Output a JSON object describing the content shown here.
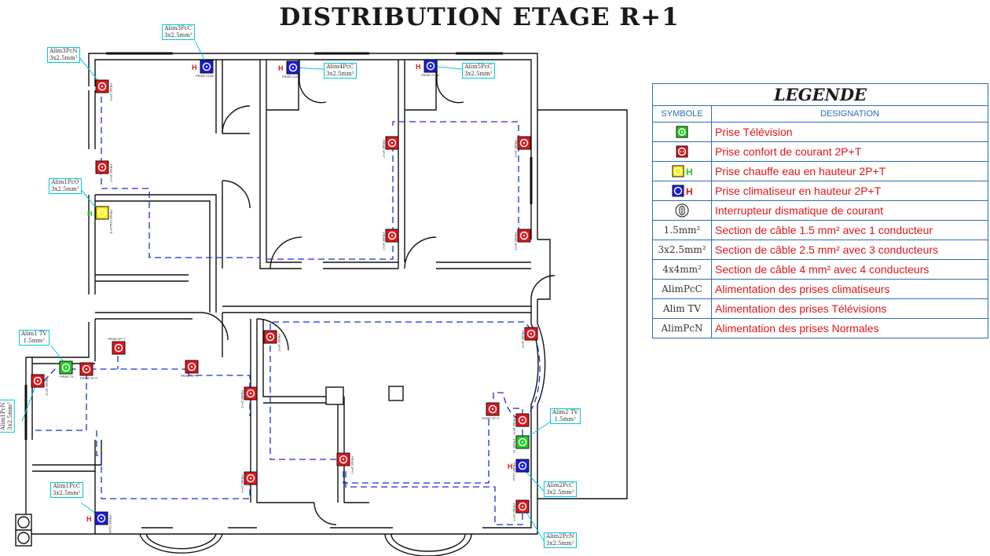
{
  "title": "DISTRIBUTION ETAGE R+1",
  "colors": {
    "wall": "#111111",
    "circuit": "#1a2fd6",
    "socket_normal": "#e0161b",
    "socket_tv": "#22cc22",
    "socket_heater": "#ffef00",
    "socket_clim": "#1a1adf",
    "tag_border": "#00c8d8",
    "legend_text": "#e0161b",
    "legend_border": "#2a6fb5"
  },
  "legend": {
    "title": "LEGENDE",
    "col_symbol": "SYMBOLE",
    "col_designation": "DESIGNATION",
    "rows": [
      {
        "icon": "tv-socket-icon",
        "symbol": "",
        "designation": "Prise Télévision"
      },
      {
        "icon": "comfort-socket-icon",
        "symbol": "",
        "designation": "Prise confort de courant 2P+T"
      },
      {
        "icon": "water-heater-socket-icon",
        "symbol": "",
        "designation": "Prise chauffe eau en hauteur 2P+T"
      },
      {
        "icon": "ac-socket-icon",
        "symbol": "",
        "designation": "Prise climatiseur en hauteur 2P+T"
      },
      {
        "icon": "breaker-switch-icon",
        "symbol": "",
        "designation": "Interrupteur dismatique de courant"
      },
      {
        "icon": "",
        "symbol": "1.5mm²",
        "designation": "Section de câble 1.5 mm² avec 1 conducteur"
      },
      {
        "icon": "",
        "symbol": "3x2.5mm²",
        "designation": "Section de câble 2.5 mm² avec 3 conducteurs"
      },
      {
        "icon": "",
        "symbol": "4x4mm²",
        "designation": "Section de câble 4 mm² avec 4 conducteurs"
      },
      {
        "icon": "",
        "symbol": "AlimPcC",
        "designation": "Alimentation des prises climatiseurs"
      },
      {
        "icon": "",
        "symbol": "Alim TV",
        "designation": "Alimentation des prises Télévisions"
      },
      {
        "icon": "",
        "symbol": "AlimPcN",
        "designation": "Alimentation des prises Normales"
      }
    ]
  },
  "tags": {
    "alim3pcc": {
      "name": "Alim3PcC",
      "section": "3x2.5mm²"
    },
    "alim3pcn": {
      "name": "Alim3PcN",
      "section": "3x2.5mm²"
    },
    "alim4pcc": {
      "name": "Alim4PcC",
      "section": "3x2.5mm²"
    },
    "alim5pcc": {
      "name": "Alim5PcC",
      "section": "3x2.5mm²"
    },
    "alim1pco": {
      "name": "Alim1PcO",
      "section": "3x2.5mm²"
    },
    "alim1tv": {
      "name": "Alim1 TV",
      "section": "1.5mm²"
    },
    "alim1pcn": {
      "name": "Alim1PcN",
      "section": "3x2.5mm²"
    },
    "alim1pcc": {
      "name": "Alim1PcC",
      "section": "3x2.5mm²"
    },
    "alim2tv": {
      "name": "Alim2 TV",
      "section": "1.5mm²"
    },
    "alim2pcc": {
      "name": "Alim2PcC",
      "section": "3x2.5mm²"
    },
    "alim2pcn": {
      "name": "Alim2PcN",
      "section": "3x2.5mm²"
    }
  },
  "labels": {
    "prise_clim": "PRISE CLIM",
    "prise_2pt": "PRISE 2P+T",
    "prise_tv": "PRISE TV",
    "prise_chauffe": "PRISE CHAUF E"
  }
}
